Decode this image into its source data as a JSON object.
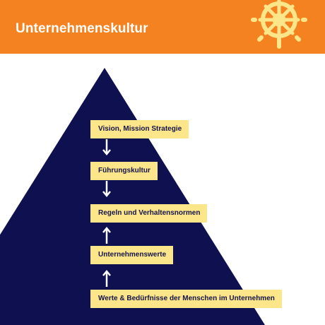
{
  "header": {
    "title": "Unternehmenskultur",
    "background_color": "#f58220",
    "icon": "ship-wheel-icon"
  },
  "pyramid": {
    "color": "#0f104f",
    "label_color": "#fde58a",
    "levels": [
      {
        "label": "Vision, Mission Strategie"
      },
      {
        "label": "Führungskultur"
      },
      {
        "label": "Regeln und Verhaltensnormen"
      },
      {
        "label": "Unternehmenswerte"
      },
      {
        "label": "Werte & Bedürfnisse der Menschen im Unternehmen"
      }
    ],
    "arrows": [
      {
        "direction": "down"
      },
      {
        "direction": "down"
      },
      {
        "direction": "up"
      },
      {
        "direction": "up"
      }
    ]
  }
}
